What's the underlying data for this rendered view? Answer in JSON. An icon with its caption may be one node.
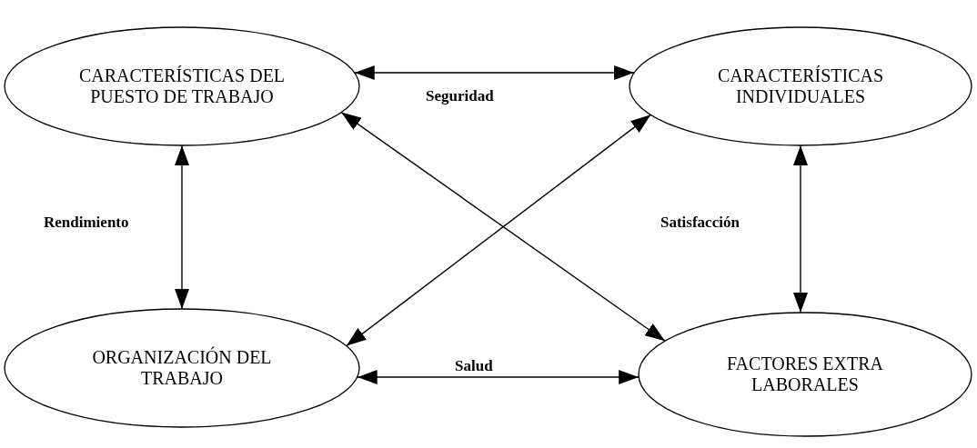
{
  "diagram": {
    "nodes": [
      {
        "text": [
          "CARACTERÍSTICAS DEL PUESTO DE TRABAJO"
        ]
      },
      {
        "text": [
          "CARACTERÍSTICAS INDIVIDUALES"
        ]
      },
      {
        "text": [
          "ORGANIZACIÓN DEL TRABAJO"
        ]
      },
      {
        "text": [
          "FACTORES EXTRA LABORALES"
        ]
      }
    ],
    "edges": [
      {
        "from": 0,
        "to": 1,
        "arrow": "both",
        "label": "Seguridad"
      },
      {
        "from": 0,
        "to": 2,
        "arrow": "both",
        "label": "Rendimiento"
      },
      {
        "from": 1,
        "to": 3,
        "arrow": "both",
        "label": "Satisfacción"
      },
      {
        "from": 0,
        "to": 3,
        "arrow": "both"
      },
      {
        "from": 1,
        "to": 2,
        "arrow": "both"
      },
      {
        "from": 2,
        "to": 3,
        "arrow": "both",
        "label": "Salud"
      }
    ]
  }
}
